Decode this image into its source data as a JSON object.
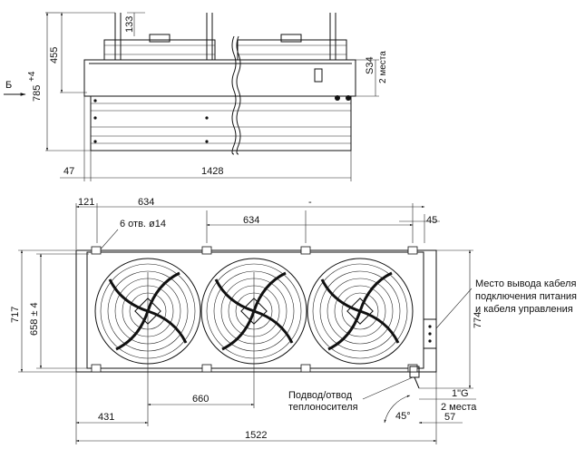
{
  "top_view": {
    "dim_133": "133",
    "dim_455": "455",
    "dim_785": "785",
    "dim_785_tol": "+4",
    "dim_s34": "S34",
    "dim_2places": "2 места",
    "arrow_b": "Б",
    "dim_47": "47",
    "dim_1428": "1428"
  },
  "front_view": {
    "dim_121": "121",
    "dim_634a": "634",
    "dim_634b": "634",
    "dim_dash": "-",
    "dim_45": "45",
    "holes": "6 отв. ø14",
    "dim_717": "717",
    "dim_658": "658 ± 4",
    "dim_774": "774",
    "dim_660": "660",
    "dim_431": "431",
    "dim_1522": "1522",
    "dim_1g": "1\"G",
    "dim_2places_b": "2 места",
    "dim_57": "57",
    "angle_45": "45°",
    "cable_line1": "Место вывода кабеля",
    "cable_line2": "подключения питания",
    "cable_line3": "и кабеля управления",
    "coolant_line1": "Подвод/отвод",
    "coolant_line2": "теплоносителя"
  }
}
